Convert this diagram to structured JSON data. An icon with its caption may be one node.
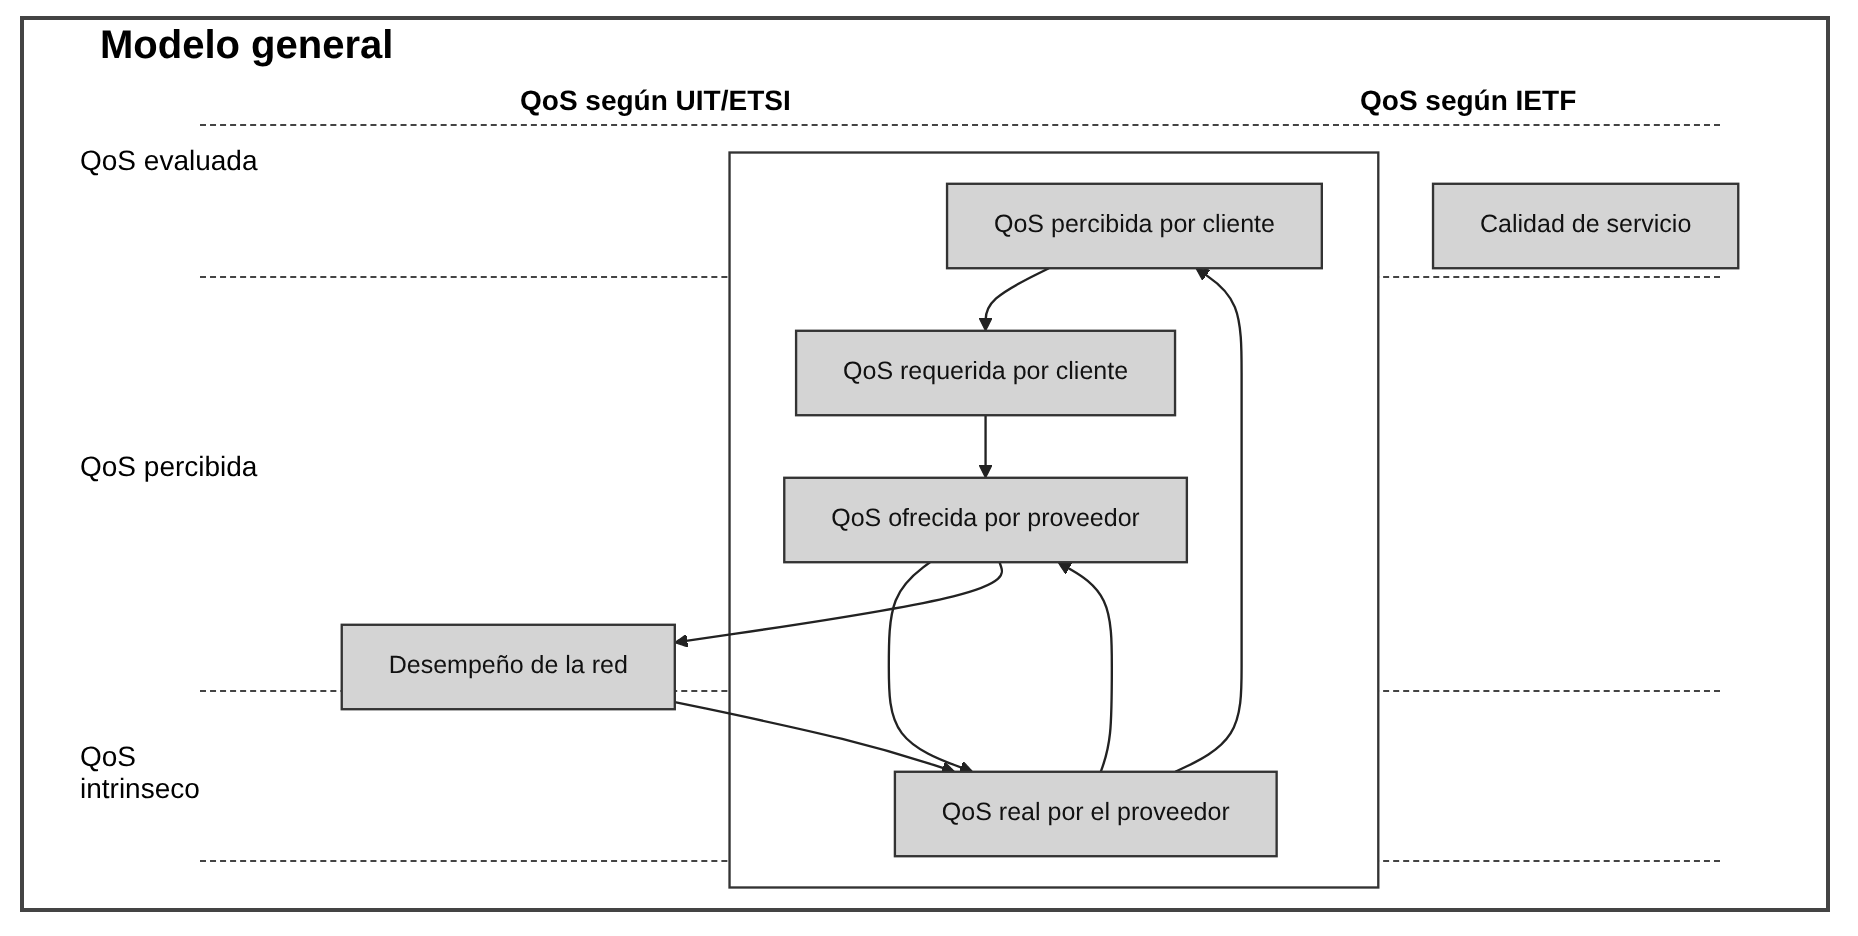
{
  "diagram": {
    "title": "Modelo general",
    "nodes": [
      {
        "text": [],
        "shape": "box"
      },
      {
        "text": [
          "QoS percibida por cliente"
        ],
        "in": 0
      },
      {
        "text": [
          "QoS requerida por cliente"
        ],
        "in": 0
      },
      {
        "text": [
          "QoS real por el proveedor"
        ],
        "in": 0
      },
      {
        "text": [
          "QoS ofrecida por proveedor"
        ],
        "in": 0
      },
      {
        "text": [
          "Desempeño de la red"
        ]
      },
      {
        "text": [
          "Calidad de servicio"
        ]
      }
    ],
    "edges": [
      {
        "from": 1,
        "to": 2,
        "arrow": "to"
      },
      {
        "from": 2,
        "to": 4,
        "arrow": "to"
      },
      {
        "from": 3,
        "to": 1,
        "arrow": "to"
      },
      {
        "from": 3,
        "to": 4,
        "arrow": "to"
      },
      {
        "from": 4,
        "to": 3,
        "arrow": "to"
      },
      {
        "from": 5,
        "to": 3,
        "arrow": "to"
      },
      {
        "from": 4,
        "to": 5,
        "arrow": "to"
      }
    ],
    "labels": [
      "QoS según UIT/ETSI",
      "QoS según IETF",
      "QoS evaluada",
      "QoS percibida",
      "QoS intrinseco"
    ]
  }
}
